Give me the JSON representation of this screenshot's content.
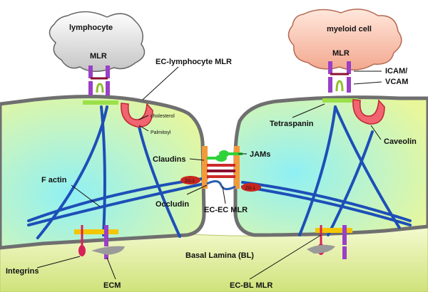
{
  "labels": {
    "lymphocyte": "lymphocyte",
    "myeloid_cell": "myeloid cell",
    "mlr_left": "MLR",
    "mlr_right": "MLR",
    "ec_lymphocyte_mlr": "EC-lymphocyte MLR",
    "icam_vcam_line1": "ICAM/",
    "icam_vcam_line2": "VCAM",
    "cholesterol": "cholesterol",
    "palmitoyl": "Palmitoyl",
    "tetraspanin": "Tetraspanin",
    "caveolin": "Caveolin",
    "claudins": "Claudins",
    "jams": "JAMs",
    "f_actin": "F actin",
    "zo1_left": "ZO-1",
    "zo1_right": "ZO-1",
    "occludin": "Occludin",
    "ec_ec_mlr": "EC-EC MLR",
    "basal_lamina": "Basal Lamina (BL)",
    "integrins": "Integrins",
    "ecm": "ECM",
    "ec_bl_mlr": "EC-BL MLR"
  },
  "colors": {
    "cytoplasm_yellow": "#e6f59a",
    "cytoplasm_cyan": "#8ff0f4",
    "membrane": "#6f6f6f",
    "raft": "#f2d600",
    "lipid_green": "#9be04a",
    "caveola": "#e83a4a",
    "actin": "#1d4fb8",
    "purple": "#9a3fc8",
    "claudin": "#cc2b2b",
    "jam_green": "#2fd23a",
    "occludin_blue": "#2a5fb0",
    "orange_junction": "#f39a3a",
    "integrin_red": "#d8205a",
    "basal_lamina": "#d8e88a",
    "lymphocyte_gray": "#cfcfcf",
    "myeloid_peach": "#f6b49e"
  }
}
